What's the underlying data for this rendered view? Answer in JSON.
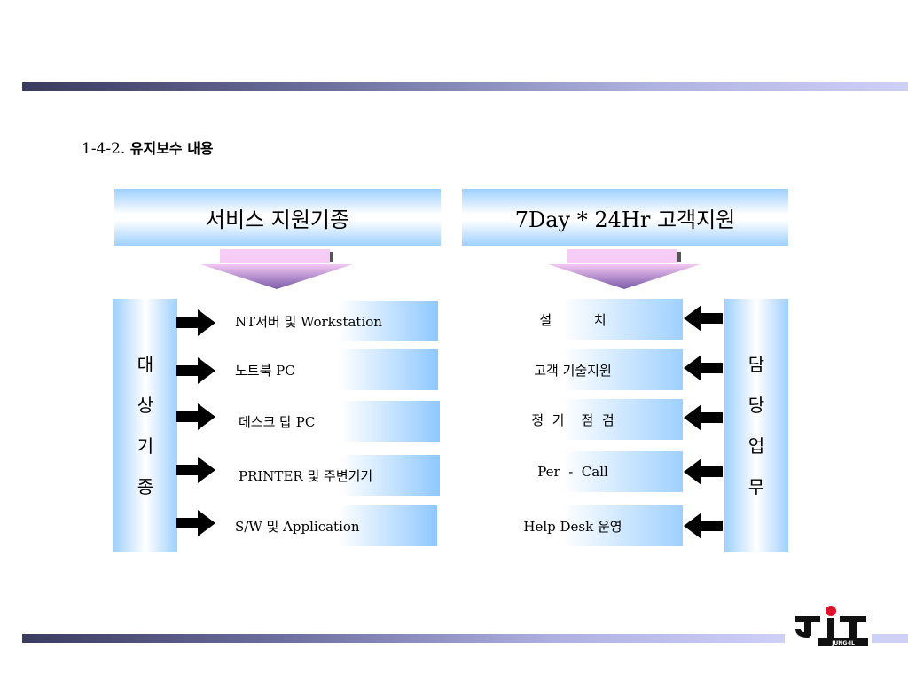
{
  "title": {
    "number": "1-4-2.",
    "text": "유지보수 내용"
  },
  "left_header": "서비스 지원기종",
  "right_header": "7Day * 24Hr 고객지원",
  "left_side_label": [
    "대",
    "상",
    "기",
    "종"
  ],
  "right_side_label": [
    "담",
    "당",
    "업",
    "무"
  ],
  "left_items": [
    "NT서버 및 Workstation",
    "노트북 PC",
    "데스크 탑  PC",
    "PRINTER 및 주변기기",
    "S/W 및 Application"
  ],
  "right_items": [
    "설          치",
    "고객 기술지원",
    "정  기    점  검",
    "Per  -  Call",
    "Help Desk 운영"
  ],
  "logo": {
    "main": "JIT",
    "sub": "JUNG-IL"
  },
  "colors": {
    "box_gradient": "#9fd0ff",
    "funnel_top": "#f4c8f4",
    "funnel_bottom": "#7a5aa8",
    "bar_dark": "#3a3b5e",
    "logo_red": "#e0102a"
  }
}
